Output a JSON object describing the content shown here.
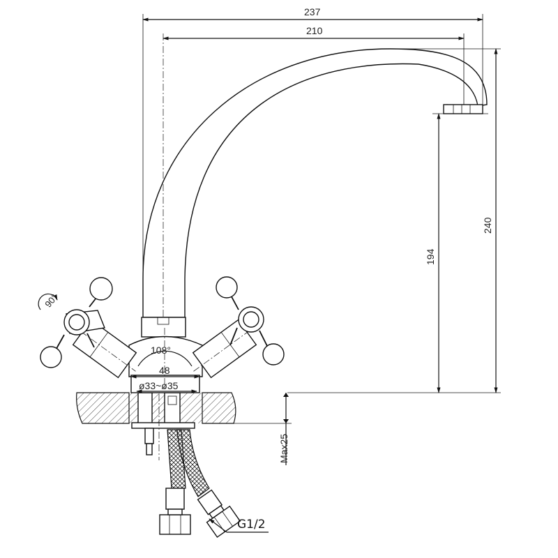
{
  "dimensions": {
    "overall_reach": "237",
    "spout_reach": "210",
    "overall_height": "240",
    "spout_height": "194",
    "handle_angle": "108°",
    "base_width": "48",
    "hole_diameter": "ø33~ø35",
    "max_counter_thickness": "Max25",
    "handle_rotation": "90°"
  },
  "labels": {
    "hose_thread": "G1/2"
  }
}
